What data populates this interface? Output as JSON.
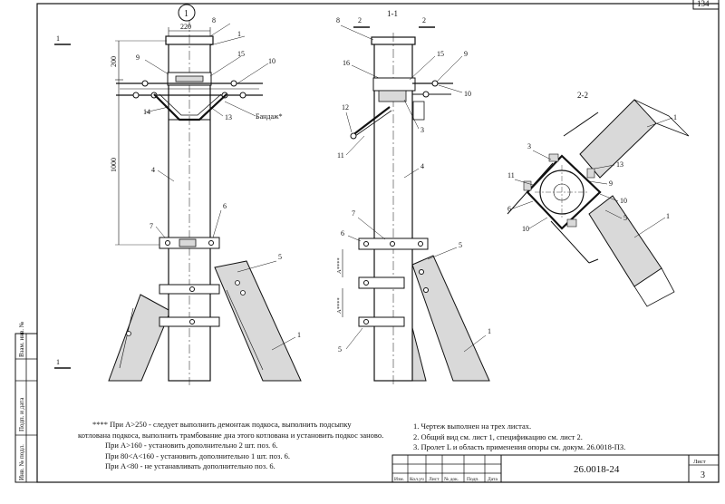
{
  "sheet": {
    "corner_number": "134",
    "document_code": "26.0018-24",
    "sheet_label": "Лист",
    "sheet_number": "3",
    "stamp_headers": [
      "Изм.",
      "Кол.уч",
      "Лист",
      "№ док.",
      "Подп.",
      "Дата"
    ],
    "side_labels": [
      "Инв. № подл.",
      "Подп. и дата",
      "Взам. инв. №"
    ]
  },
  "views": {
    "front": {
      "dimensions": {
        "top_width": "220",
        "top_height": "200",
        "mid_height": "1000"
      },
      "callout_label": "Бандаж*",
      "section_marker": "1",
      "pos_labels": [
        "8",
        "1",
        "9",
        "15",
        "10",
        "14",
        "13",
        "4",
        "7",
        "6",
        "5",
        "1"
      ]
    },
    "section_1_1": {
      "title": "1-1",
      "section_mark": "2",
      "pos_labels": [
        "8",
        "16",
        "3",
        "15",
        "9",
        "10",
        "12",
        "11",
        "4",
        "7",
        "6",
        "5",
        "5",
        "1"
      ],
      "dim_stars": [
        "А****",
        "А****"
      ]
    },
    "section_2_2": {
      "title": "2-2",
      "pos_labels": [
        "1",
        "3",
        "13",
        "11",
        "9",
        "10",
        "6",
        "5",
        "10",
        "1"
      ]
    }
  },
  "notes_left": [
    "**** При А>250 - следует выполнить демонтаж подкоса, выполнить подсыпку",
    "котлована подкоса, выполнить трамбование дна этого котлована и установить подкос заново.",
    "При А>160 - установить дополнительно 2 шт. поз. 6.",
    "При 80<А<160 - установить дополнительно 1 шт. поз. 6.",
    "При А<80 - не устанавливать дополнительно поз. 6."
  ],
  "notes_right": [
    "1. Чертеж выполнен на трех листах.",
    "2. Общий вид см. лист 1, спецификацию см. лист 2.",
    "3. Пролет L и область применения опоры см. докум. 26.0018-ПЗ."
  ],
  "colors": {
    "ink": "#111111",
    "fill": "#d9d9d9",
    "paper": "#ffffff"
  }
}
